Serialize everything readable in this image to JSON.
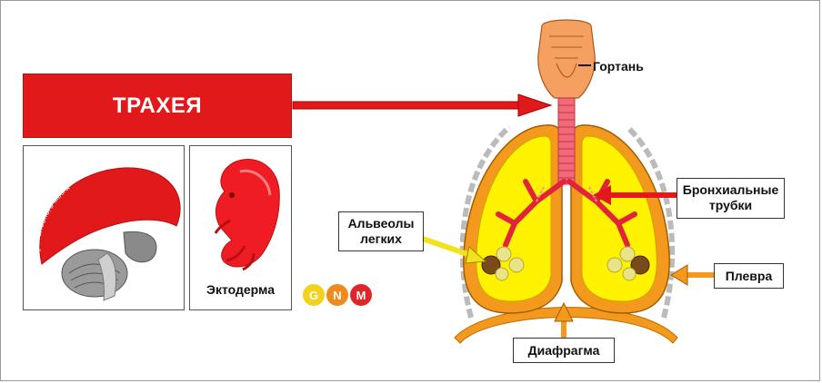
{
  "title": "ТРАХЕЯ",
  "brain_panel": {
    "cortex_label": "Кора головного мозга"
  },
  "embryo_panel": {
    "label": "Эктодерма"
  },
  "logo": {
    "letters": [
      "G",
      "N",
      "M"
    ],
    "colors": [
      "#f2d21b",
      "#f08a1e",
      "#e0262b"
    ]
  },
  "labels": {
    "larynx": "Гортань",
    "bronchial_line1": "Бронхиальные",
    "bronchial_line2": "трубки",
    "alveoli_line1": "Альвеолы",
    "alveoli_line2": "легких",
    "pleura": "Плевра",
    "diaphragm": "Диафрагма"
  },
  "colors": {
    "accent_red": "#e2191b",
    "lung_yellow": "#fff200",
    "pleura_orange": "#f39a1e",
    "trachea_pink": "#f06a7a"
  }
}
